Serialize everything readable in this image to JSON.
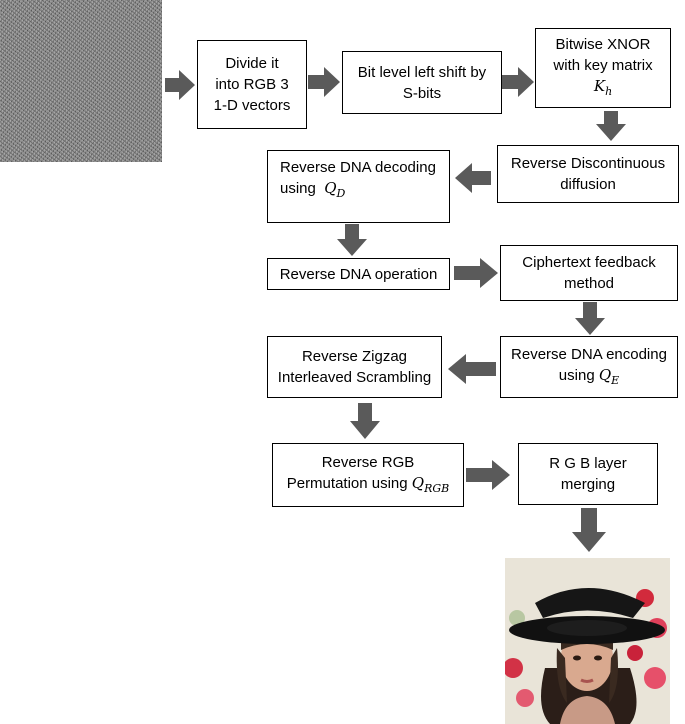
{
  "steps": {
    "divide": [
      "Divide it",
      "into RGB 3",
      "1-D vectors"
    ],
    "shift": [
      "Bit level left shift by",
      "S-bits"
    ],
    "xnor": {
      "lines": [
        "Bitwise XNOR",
        "with key matrix"
      ],
      "sym": "K",
      "sub": "h"
    },
    "discont": [
      "Reverse Discontinuous",
      "diffusion"
    ],
    "dna_decoding": {
      "line1": "Reverse DNA decoding",
      "line2": "using",
      "sym": "Q",
      "sub": "D"
    },
    "dna_operation": "Reverse DNA operation",
    "feedback": [
      "Ciphertext feedback",
      "method"
    ],
    "dna_encoding": {
      "line1": "Reverse DNA encoding",
      "line2": "using",
      "sym": "Q",
      "sub": "E"
    },
    "zigzag": [
      "Reverse Zigzag",
      "Interleaved Scrambling"
    ],
    "rgb_perm": {
      "line1": "Reverse RGB",
      "line2": "Permutation using",
      "sym": "Q",
      "sub": "RGB"
    },
    "merge": [
      "R G B layer",
      "merging"
    ]
  },
  "colors": {
    "arrow": "#5a5a5a",
    "border": "#000000"
  }
}
